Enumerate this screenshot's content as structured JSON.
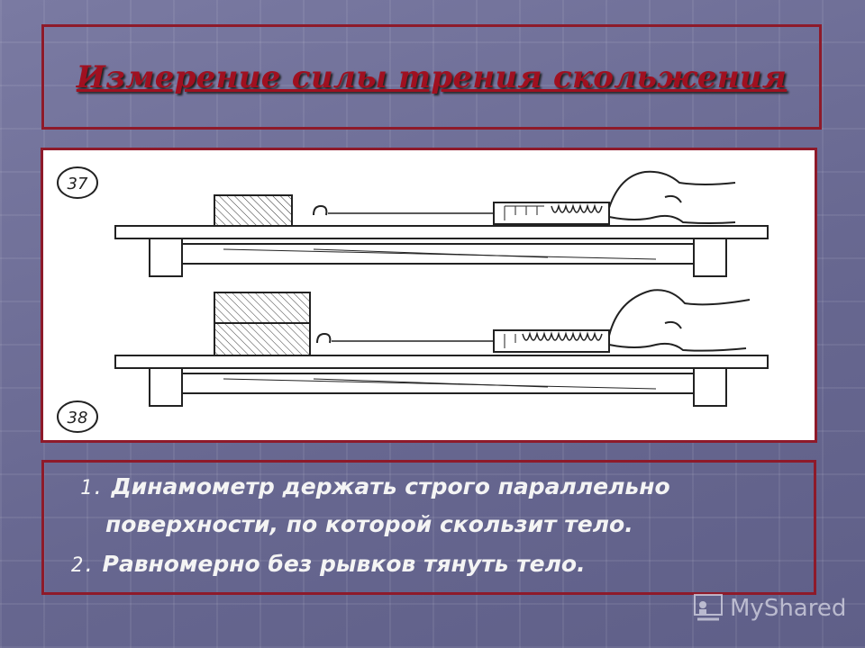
{
  "slide": {
    "title": "Измерение силы трения скольжения",
    "figure": {
      "label_top": "37",
      "label_bottom": "38"
    },
    "instructions": [
      {
        "number": "1.",
        "text": "Динамометр держать строго параллельно"
      },
      {
        "number": "",
        "text": "поверхности, по которой скользит тело."
      },
      {
        "number": "2.",
        "text": "Равномерно без рывков тянуть тело."
      }
    ]
  },
  "watermark": {
    "text": "MyShared",
    "icon": "classroom-icon"
  },
  "colors": {
    "border": "#8e1a2a",
    "title": "#a01020",
    "text": "#f4f4f4",
    "background": "#6f6f96"
  }
}
